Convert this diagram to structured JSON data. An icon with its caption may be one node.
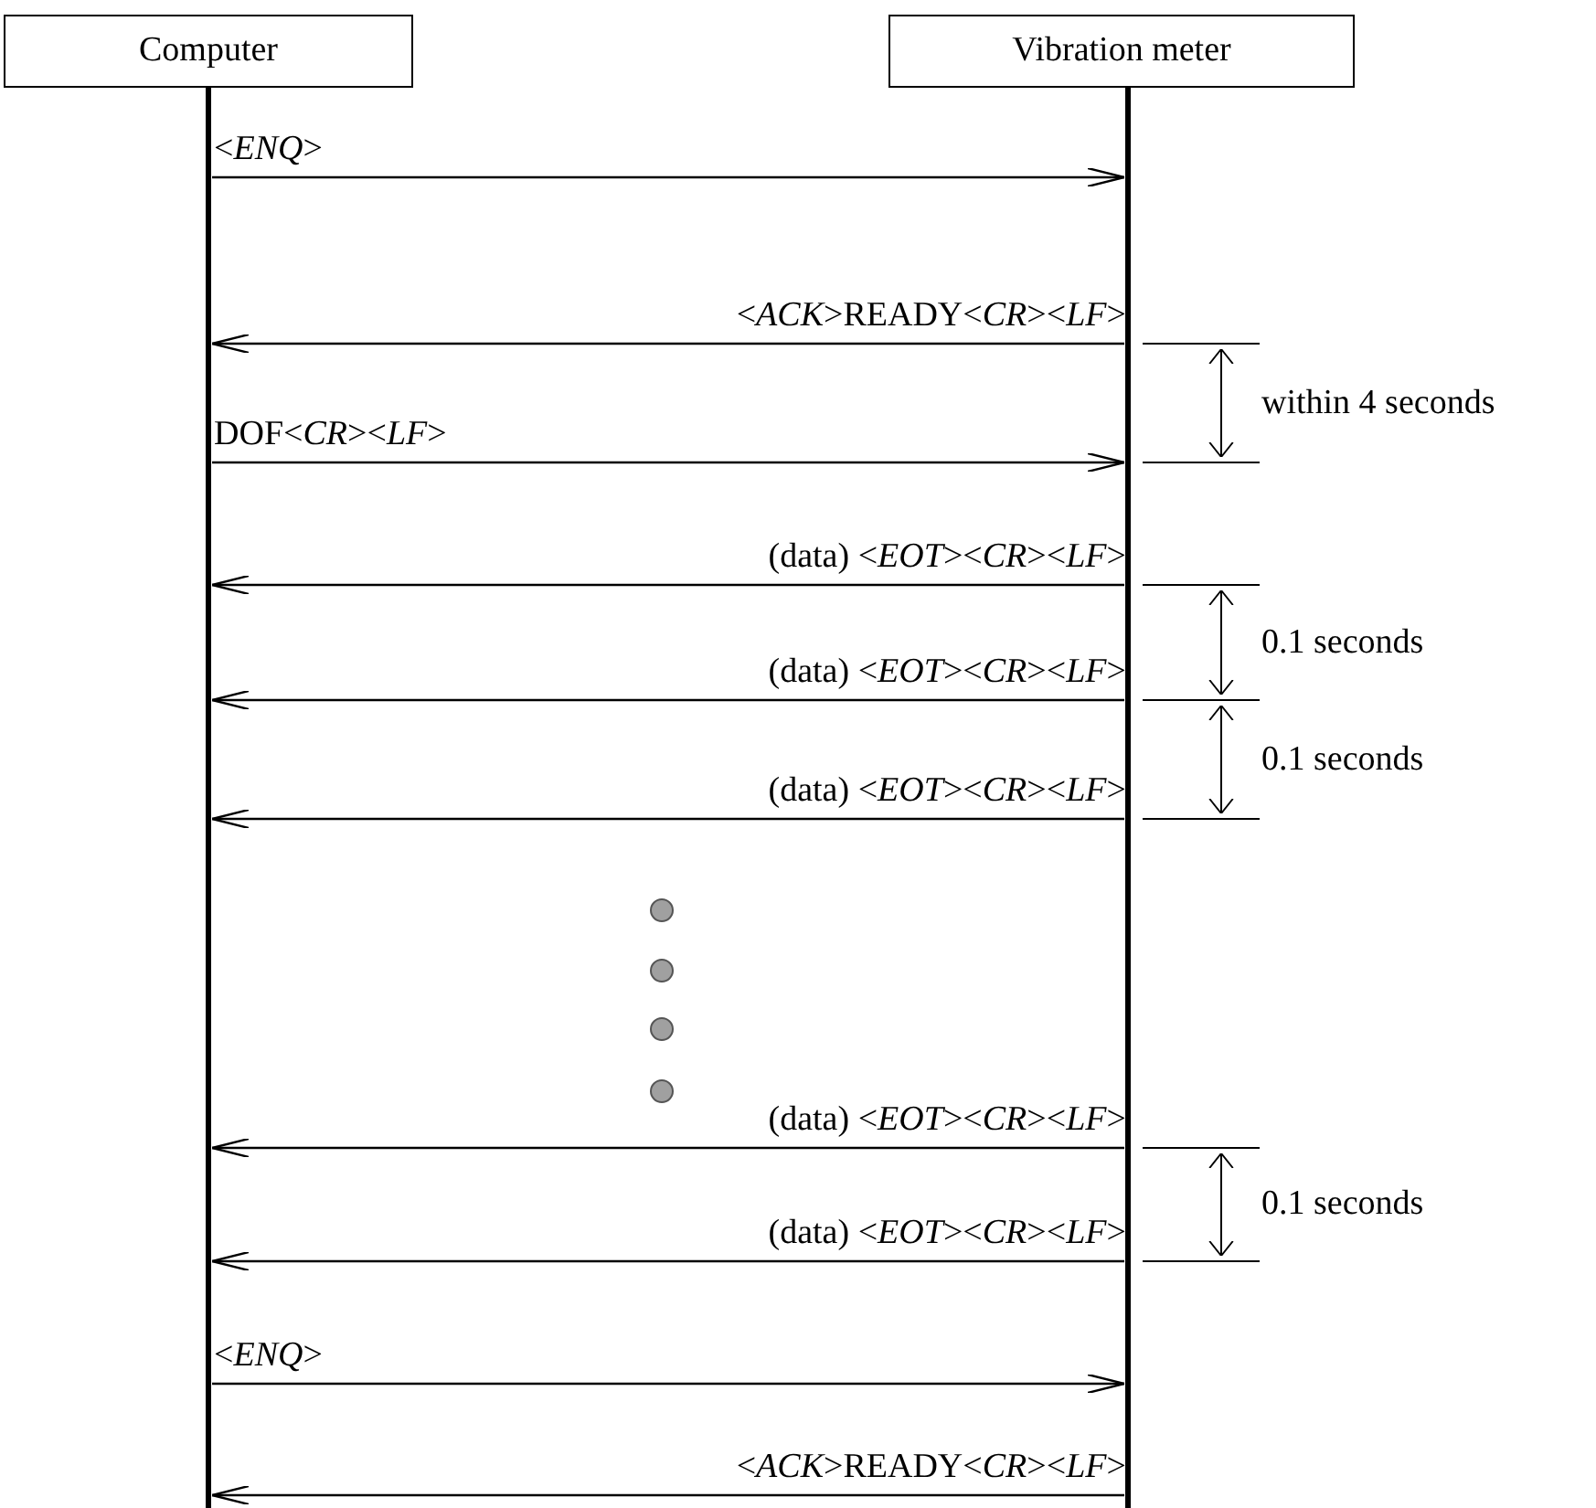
{
  "diagram": {
    "nodes": [
      {
        "text": [
          "Computer"
        ]
      },
      {
        "text": [
          "Vibration meter"
        ]
      }
    ],
    "edges": [
      {
        "from": 0,
        "to": 1,
        "arrow": "to",
        "label": "<*ENQ*>"
      },
      {
        "from": 1,
        "to": 0,
        "arrow": "to",
        "label": "<*ACK*>READY<*CR*><*LF*>"
      },
      {
        "from": 0,
        "to": 1,
        "arrow": "to",
        "label": "DOF<*CR*><*LF*>"
      },
      {
        "from": 1,
        "to": 0,
        "arrow": "to",
        "label": "(data) <*EOT*><*CR*><*LF*>"
      },
      {
        "from": 1,
        "to": 0,
        "arrow": "to",
        "label": "(data) <*EOT*><*CR*><*LF*>"
      },
      {
        "from": 1,
        "to": 0,
        "arrow": "to",
        "label": "(data) <*EOT*><*CR*><*LF*>"
      },
      {
        "from": 1,
        "to": 0,
        "arrow": "to",
        "label": "(data) <*EOT*><*CR*><*LF*>"
      },
      {
        "from": 1,
        "to": 0,
        "arrow": "to",
        "label": "(data) <*EOT*><*CR*><*LF*>"
      },
      {
        "from": 0,
        "to": 1,
        "arrow": "to",
        "label": "<*ENQ*>"
      },
      {
        "from": 1,
        "to": 0,
        "arrow": "to",
        "label": "<*ACK*>READY<*CR*><*LF*>"
      }
    ],
    "labels": [
      "within 4 seconds",
      "0.1 seconds",
      "0.1 seconds",
      "0.1 seconds"
    ]
  }
}
